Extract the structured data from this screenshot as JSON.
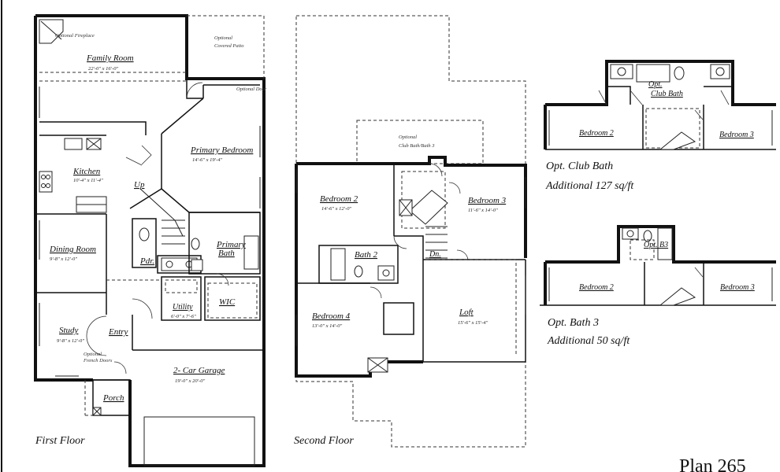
{
  "first_floor": {
    "title": "First Floor",
    "rooms": {
      "family_room": {
        "name": "Family Room",
        "dim": "22'-0\" x 16'-0\""
      },
      "primary_bedroom": {
        "name": "Primary Bedroom",
        "dim": "14'-6\" x 19'-4\""
      },
      "kitchen": {
        "name": "Kitchen",
        "dim": "10'-4\" x 11'-4\""
      },
      "dining_room": {
        "name": "Dining Room",
        "dim": "9'-8\" x 12'-0\""
      },
      "study": {
        "name": "Study",
        "dim": "9'-8\" x 12'-0\""
      },
      "entry": {
        "name": "Entry"
      },
      "porch": {
        "name": "Porch"
      },
      "garage": {
        "name": "2- Car Garage",
        "dim": "19'-0\" x 20'-0\""
      },
      "utility": {
        "name": "Utility",
        "dim": "6'-0\" x 7'-6\""
      },
      "wic": {
        "name": "WIC"
      },
      "pdr": {
        "name": "Pdr."
      },
      "primary_bath_1": {
        "name": "Primary"
      },
      "primary_bath_2": {
        "name": "Bath"
      },
      "up": {
        "name": "Up"
      }
    },
    "notes": {
      "fireplace": "Optional Fireplace",
      "patio_1": "Optional",
      "patio_2": "Covered Patio",
      "door": "Optional Door",
      "french_1": "Optional",
      "french_2": "French Doors"
    }
  },
  "second_floor": {
    "title": "Second Floor",
    "rooms": {
      "bedroom_2": {
        "name": "Bedroom 2",
        "dim": "14'-6\" x 12'-0\""
      },
      "bedroom_3": {
        "name": "Bedroom 3",
        "dim": "11'-6\" x 14'-0\""
      },
      "bath_2": {
        "name": "Bath 2"
      },
      "bedroom_4": {
        "name": "Bedroom 4",
        "dim": "13'-0\" x 14'-0\""
      },
      "loft": {
        "name": "Loft",
        "dim": "15'-6\" x 15'-4\""
      },
      "dn": {
        "name": "Dn."
      }
    },
    "notes": {
      "club_1": "Optional",
      "club_2": "Club Bath/Bath 3"
    }
  },
  "opt_club_bath": {
    "bedroom_2": "Bedroom 2",
    "bedroom_3": "Bedroom 3",
    "label_1": "Opt.",
    "label_2": "Club Bath",
    "title": "Opt. Club Bath",
    "area": "Additional 127 sq/ft"
  },
  "opt_bath_3": {
    "bedroom_2": "Bedroom 2",
    "bedroom_3": "Bedroom 3",
    "label": "Opt. B3",
    "title": "Opt. Bath 3",
    "area": "Additional 50 sq/ft"
  },
  "plan_name": "Plan 265"
}
